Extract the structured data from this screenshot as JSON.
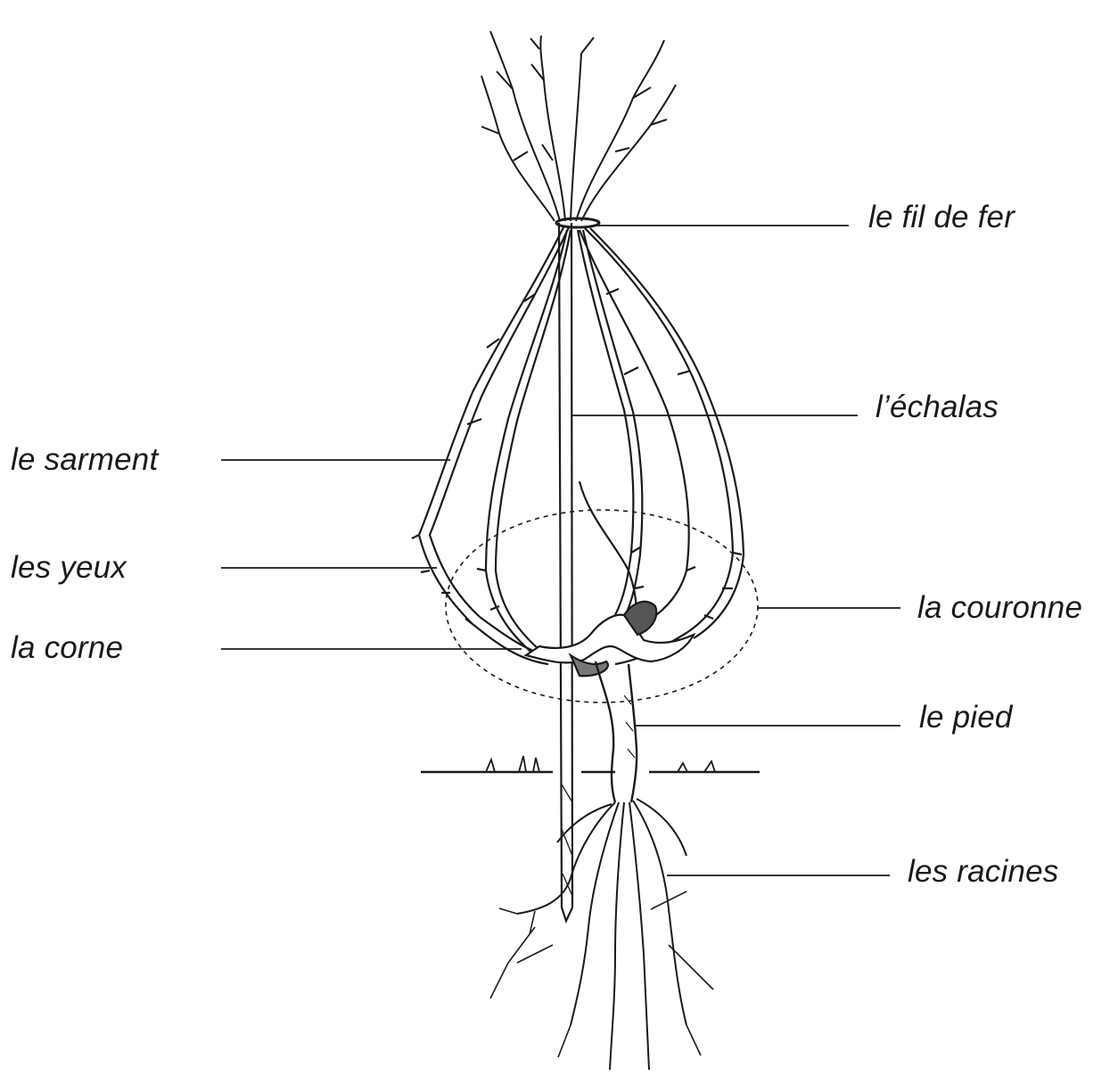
{
  "labels": {
    "fil_de_fer": "le fil de fer",
    "echalas": "l’échalas",
    "sarment": "le sarment",
    "yeux": "les yeux",
    "corne": "la corne",
    "couronne": "la couronne",
    "pied": "le pied",
    "racines": "les racines"
  },
  "colors": {
    "ink": "#1a1a1a",
    "shading": "#555555",
    "background": "#ffffff"
  }
}
